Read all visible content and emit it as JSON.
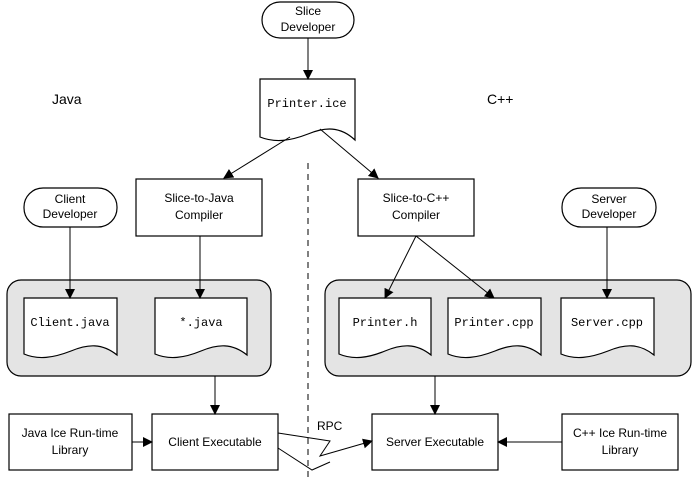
{
  "labels": {
    "java": "Java",
    "cpp": "C++",
    "rpc": "RPC"
  },
  "slice_developer": [
    "Slice",
    "Developer"
  ],
  "slice_file": "Printer.ice",
  "slice_to_java": [
    "Slice-to-Java",
    "Compiler"
  ],
  "slice_to_cpp": [
    "Slice-to-C++",
    "Compiler"
  ],
  "client_developer": [
    "Client",
    "Developer"
  ],
  "server_developer": [
    "Server",
    "Developer"
  ],
  "java_files": [
    "Client.java",
    "*.java"
  ],
  "cpp_files": [
    "Printer.h",
    "Printer.cpp",
    "Server.cpp"
  ],
  "java_runtime": [
    "Java Ice Run-time",
    "Library"
  ],
  "client_executable": "Client Executable",
  "server_executable": "Server Executable",
  "cpp_runtime": [
    "C++ Ice Run-time",
    "Library"
  ],
  "colors": {
    "tray_fill": "#e4e4e4",
    "stroke": "#000000",
    "background": "#ffffff"
  }
}
